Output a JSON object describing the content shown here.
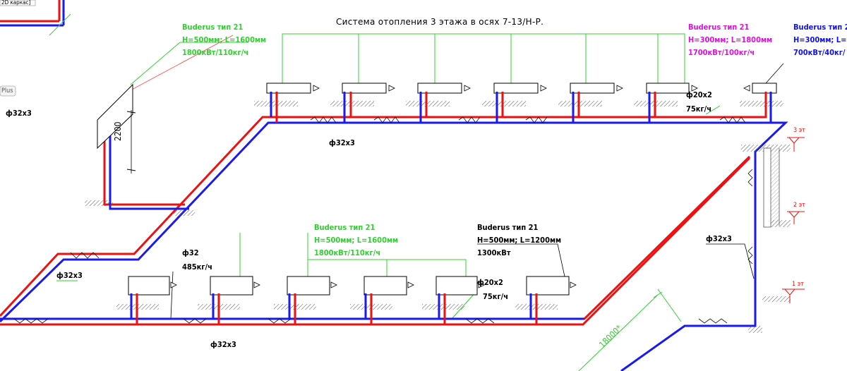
{
  "title": "Система отопления 3 этажа в осях 7-13/Н-Р.",
  "top_left_fragment": "2D каркас]",
  "plus_badge": "Plus",
  "colors": {
    "supply": "#ee1111",
    "return": "#1a1aee",
    "note_green": "#2fd02f",
    "note_magenta": "#e010e0",
    "note_blue": "#1010f0"
  },
  "radiator_notes": {
    "top_green": {
      "model": "Buderus тип 21",
      "size": "H=500мм; L=1600мм",
      "power": "1800кВт/110кг/ч"
    },
    "top_magenta": {
      "model": "Buderus тип 21",
      "size": "H=300мм; L=1800мм",
      "power": "1700кВт/100кг/ч"
    },
    "top_blue": {
      "model": "Buderus тип 2",
      "size": "H=300мм; L=1",
      "power": "700кВт/40кг/"
    },
    "bottom_green": {
      "model": "Buderus тип 21",
      "size": "H=500мм; L=1600мм",
      "power": "1800кВт/110кг/ч"
    },
    "bottom_black": {
      "model": "Buderus тип 21",
      "size": "H=500мм; L=1200мм",
      "power": "1300кВт"
    }
  },
  "pipe_labels": {
    "left_edge": "ф32х3",
    "top_main": "ф32х3",
    "left_mid": "ф32х3",
    "bottom_main": "ф32х3",
    "riser": "ф32х3",
    "top_branch_dia": "ф20х2",
    "top_branch_flow": "75кг/ч",
    "bottom_branch_dia": "ф20х2",
    "bottom_branch_flow": "75кг/ч",
    "bottom_inlet_dia": "ф32",
    "bottom_inlet_flow": "485кг/ч"
  },
  "dimensions": {
    "riser_height": "2200",
    "diagonal": "18000*"
  },
  "levels": {
    "floor3": "3 эт",
    "floor2": "2 эт",
    "floor1": "1 эт"
  }
}
